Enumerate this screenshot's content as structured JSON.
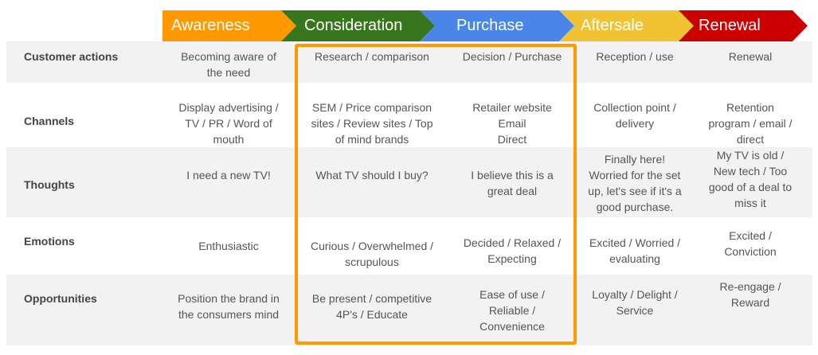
{
  "stages": [
    {
      "label": "Awareness",
      "color": "#ff9900"
    },
    {
      "label": "Consideration",
      "color": "#38761d"
    },
    {
      "label": "Purchase",
      "color": "#4a86e8"
    },
    {
      "label": "Aftersale",
      "color": "#f1c232"
    },
    {
      "label": "Renewal",
      "color": "#cc0000"
    }
  ],
  "rows": [
    {
      "label": "Customer actions",
      "cells": [
        "Becoming aware of\nthe need",
        "Research / comparison",
        "Decision / Purchase",
        "Reception / use",
        "Renewal"
      ]
    },
    {
      "label": "Channels",
      "cells": [
        "Display advertising /\nTV / PR / Word of\nmouth",
        "SEM / Price comparison\nsites / Review sites / Top\nof mind brands",
        "Retailer website\nEmail\nDirect",
        "Collection point /\ndelivery",
        "Retention\nprogram / email /\ndirect"
      ]
    },
    {
      "label": "Thoughts",
      "cells": [
        "I need a new TV!",
        "What TV should I buy?",
        "I believe this is a\ngreat deal",
        "Finally here!\nWorried for the set\nup, let's see if it's a\ngood purchase.",
        "My TV is old /\nNew tech / Too\ngood of a deal to\nmiss it"
      ]
    },
    {
      "label": "Emotions",
      "cells": [
        "Enthusiastic",
        "Curious / Overwhelmed /\nscrupulous",
        "Decided / Relaxed /\nExpecting",
        "Excited / Worried /\nevaluating",
        "Excited /\nConviction"
      ]
    },
    {
      "label": "Opportunities",
      "cells": [
        "Position the brand in\nthe consumers mind",
        "Be present / competitive\n4P's / Educate",
        "Ease of use /\nReliable /\nConvenience",
        "Loyalty / Delight /\nService",
        "Re-engage /\nReward"
      ]
    }
  ]
}
